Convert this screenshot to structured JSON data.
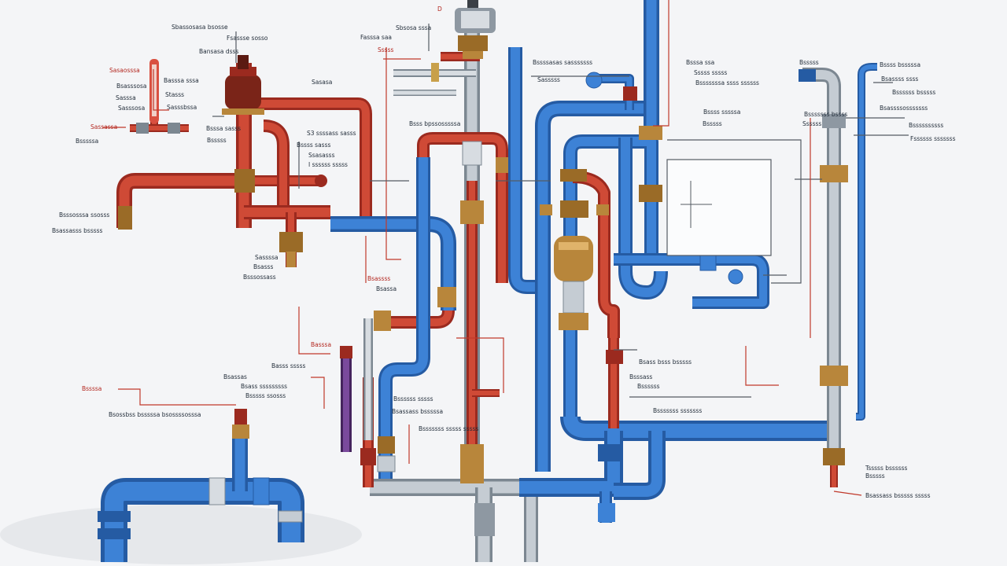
{
  "colors": {
    "background": "#f4f5f7",
    "hot_pipe": "#c0392b",
    "cold_pipe": "#2e6fc2",
    "steel_pipe": "#a9b3bd",
    "brass_fitting": "#b8863b",
    "purple_pipe": "#6b3c8a",
    "leader_red": "#c0392b",
    "leader_grey": "#555b63",
    "label_text": "#1f2a37"
  },
  "diagram": {
    "title": "",
    "labels": [
      {
        "text": "Sbassosasa bsosse"
      },
      {
        "text": "Fsassse sosso"
      },
      {
        "text": "Bansasa dsss"
      },
      {
        "text": "Sasaosssa"
      },
      {
        "text": "D"
      },
      {
        "text": "Sbsosa sssa"
      },
      {
        "text": "Fasssa saa"
      },
      {
        "text": "Sssss"
      },
      {
        "text": "Sasasa"
      },
      {
        "text": "Basssa sssa"
      },
      {
        "text": "Bsasssosa"
      },
      {
        "text": "Sasssa"
      },
      {
        "text": "Sasssosa"
      },
      {
        "text": "Stasss"
      },
      {
        "text": "Sasssbssa"
      },
      {
        "text": "Sassassa"
      },
      {
        "text": "Bsssssa"
      },
      {
        "text": "Bsssa sasss"
      },
      {
        "text": "Bsssosssa ssosss"
      },
      {
        "text": "Bsssss"
      },
      {
        "text": "S3 ssssass sasss"
      },
      {
        "text": "Bsassasss bsssss"
      },
      {
        "text": "Bssss sasss"
      },
      {
        "text": "Ssasasss"
      },
      {
        "text": "I ssssss sssss"
      },
      {
        "text": "Bsss bpssosssssa"
      },
      {
        "text": "Sassssa"
      },
      {
        "text": "Bsasss"
      },
      {
        "text": "Bsssossass"
      },
      {
        "text": "Bsassss"
      },
      {
        "text": "Bsassa"
      },
      {
        "text": "Basssa"
      },
      {
        "text": "Basss sssss"
      },
      {
        "text": "Bsassas"
      },
      {
        "text": "Bsass sssssssss"
      },
      {
        "text": "Bsossbss bsssssa bsossssosssa"
      },
      {
        "text": "Bssssa"
      },
      {
        "text": "Bsssss ssosss"
      },
      {
        "text": "Bssssss sssss"
      },
      {
        "text": "Bsassass bsssssa"
      },
      {
        "text": "Bsssssss sssss sssss"
      },
      {
        "text": "Bssssasas sasssssss"
      },
      {
        "text": "Sasssss"
      },
      {
        "text": "Bsssa ssa"
      },
      {
        "text": "Sssss sssss"
      },
      {
        "text": "Bsssssssa ssss ssssss"
      },
      {
        "text": "Bsssss"
      },
      {
        "text": "Bssss bsssssa"
      },
      {
        "text": "Bsassss ssss"
      },
      {
        "text": "Bssssss bsssss"
      },
      {
        "text": "Bsassssosssssss"
      },
      {
        "text": "Bssss sssssa"
      },
      {
        "text": "Bsssss"
      },
      {
        "text": "Bsssssss bssss"
      },
      {
        "text": "Ssssss"
      },
      {
        "text": "Bssssssssss"
      },
      {
        "text": "Fssssss sssssss"
      },
      {
        "text": "Bsass bsss bsssss"
      },
      {
        "text": "Bsssass"
      },
      {
        "text": "Bssssss"
      },
      {
        "text": "Bsssssss sssssss"
      },
      {
        "text": "Tsssss bssssss"
      },
      {
        "text": "Bsssss"
      },
      {
        "text": "Bsassass bsssss sssss"
      }
    ]
  }
}
